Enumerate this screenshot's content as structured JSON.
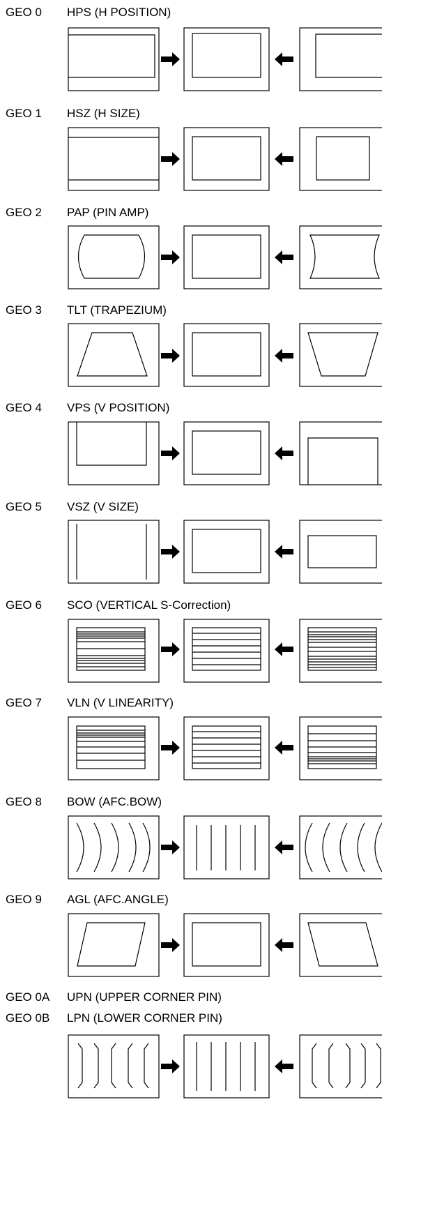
{
  "sections": [
    {
      "code": "GEO 0",
      "name": "HPS (H POSITION)"
    },
    {
      "code": "GEO 1",
      "name": "HSZ (H SIZE)"
    },
    {
      "code": "GEO 2",
      "name": "PAP (PIN AMP)"
    },
    {
      "code": "GEO 3",
      "name": "TLT (TRAPEZIUM)"
    },
    {
      "code": "GEO 4",
      "name": "VPS (V POSITION)"
    },
    {
      "code": "GEO 5",
      "name": "VSZ (V SIZE)"
    },
    {
      "code": "GEO 6",
      "name": "SCO (VERTICAL S-Correction)"
    },
    {
      "code": "GEO 7",
      "name": "VLN (V LINEARITY)"
    },
    {
      "code": "GEO 8",
      "name": "BOW (AFC.BOW)"
    },
    {
      "code": "GEO 9",
      "name": "AGL (AFC.ANGLE)"
    },
    {
      "code": "GEO 0A",
      "name": "UPN (UPPER CORNER PIN)"
    },
    {
      "code": "GEO 0B",
      "name": "LPN (LOWER CORNER PIN)"
    }
  ]
}
